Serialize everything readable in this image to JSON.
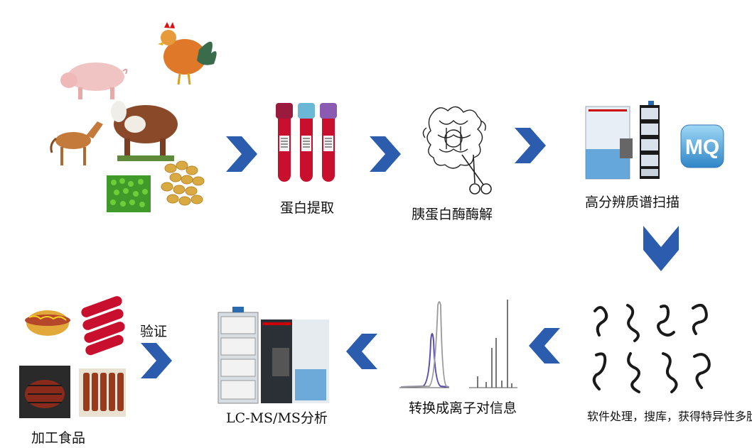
{
  "steps": {
    "extract": "蛋白提取",
    "digest": "胰蛋白酶酶解",
    "scan": "高分辨质谱扫描",
    "software": "软件处理，搜库，获得特异性多肽",
    "convert": "转换成离子对信息",
    "lcms": "LC-MS/MS分析",
    "verify": "验证",
    "food": "加工食品"
  },
  "logo_text": "MQ",
  "colors": {
    "arrow": "#2b5cad",
    "tube_red": "#c8102e",
    "peak_purple": "#5a4fb0"
  }
}
